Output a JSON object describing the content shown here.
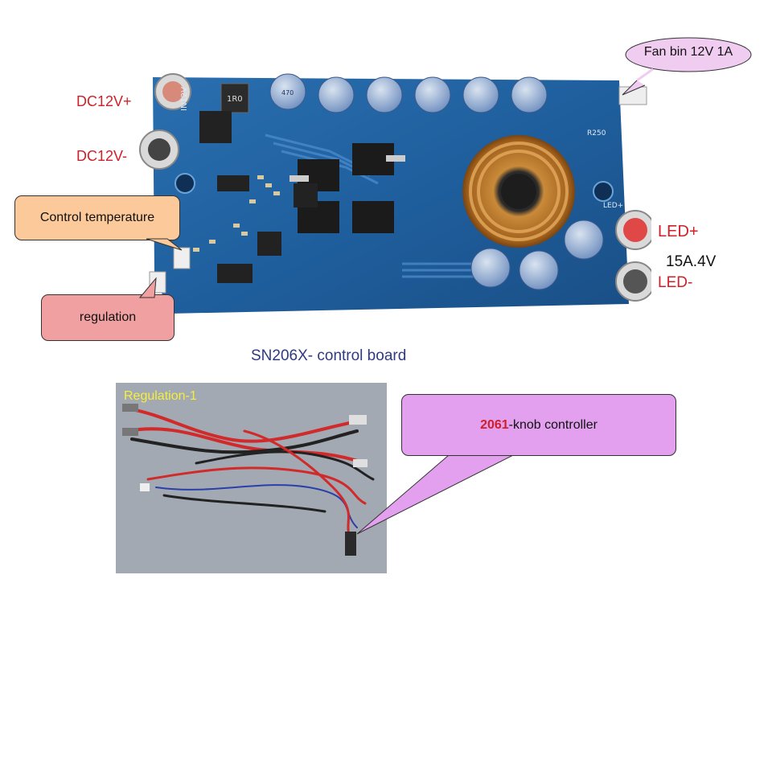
{
  "board": {
    "caption": "SN206X- control board",
    "silkscreen": {
      "input_marking": "IN12V",
      "inductor_marking": "1R0",
      "cap_marking": "470",
      "resistor_marking": "R250",
      "led_marking": "LED+"
    },
    "labels": {
      "dc_plus": "DC12V+",
      "dc_minus": "DC12V-",
      "led_plus": "LED+",
      "led_minus": "LED-",
      "rating": "15A.4V"
    },
    "callouts": {
      "fan": "Fan bin 12V 1A",
      "temperature": "Control temperature",
      "regulation": "regulation"
    }
  },
  "harness": {
    "photo_label": "Regulation-1",
    "callout_highlight": "2061",
    "callout_text": "-knob controller"
  },
  "colors": {
    "label_red": "#d0202a",
    "caption_blue": "#2f3a80",
    "pcb_blue": "#1f5f9e",
    "fan_callout": "#f0ccf0",
    "temperature_callout": "#fbc99a",
    "regulation_callout": "#f0a0a0",
    "knob_callout": "#e2a0ee",
    "photo_label_yellow": "#f5ef3a"
  }
}
